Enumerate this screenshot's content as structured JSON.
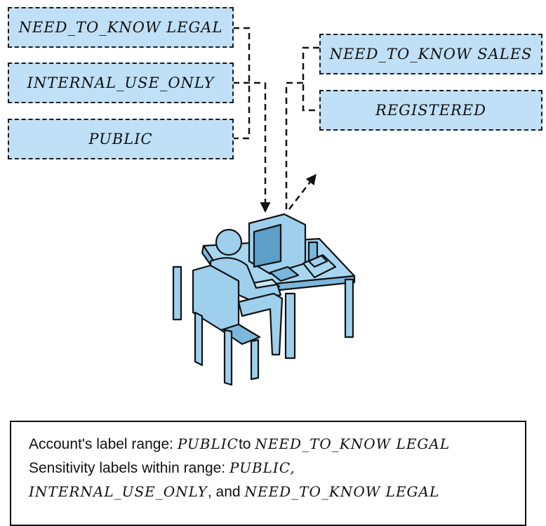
{
  "left_labels": [
    "NEED_TO_KNOW LEGAL",
    "INTERNAL_USE_ONLY",
    "PUBLIC"
  ],
  "right_labels": [
    "NEED_TO_KNOW SALES",
    "REGISTERED"
  ],
  "caption": {
    "line1_prefix": "Account's label range: ",
    "line1_low": "PUBLIC",
    "line1_to": "to ",
    "line1_high": "NEED_TO_KNOW LEGAL",
    "line2_prefix": "Sensitivity labels within range: ",
    "line2_label": "PUBLIC,",
    "line3_label1": "INTERNAL_USE_ONLY",
    "line3_mid": ", and ",
    "line3_label2": "NEED_TO_KNOW LEGAL"
  },
  "colors": {
    "box_fill": "#bfe0f7",
    "figure_fill": "#9ed0ee",
    "figure_dark": "#5c9fc9",
    "outline": "#111111"
  }
}
